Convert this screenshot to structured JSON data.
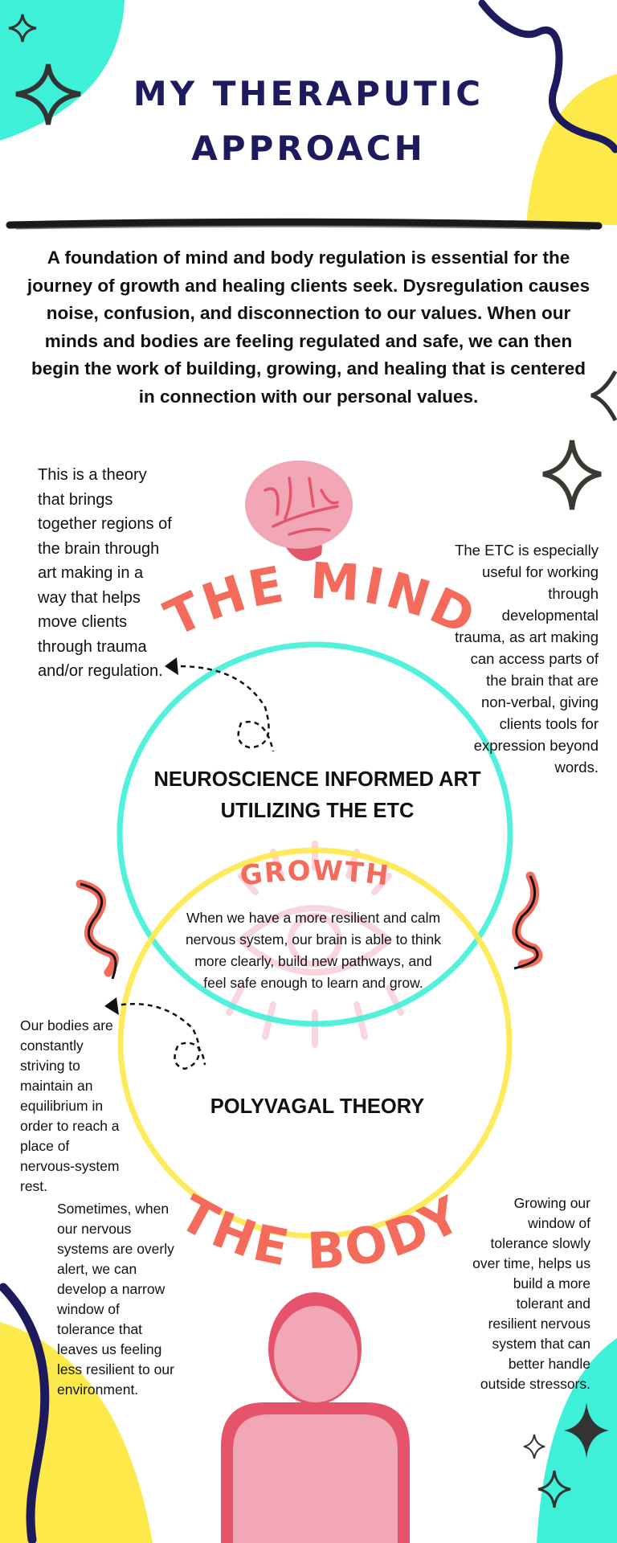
{
  "header": {
    "title_line1": "MY THERAPUTIC",
    "title_line2": "APPROACH"
  },
  "intro": "A foundation of mind and body regulation is essential for the journey of growth and healing clients seek. Dysregulation causes noise, confusion, and disconnection to our values. When our minds and bodies are feeling regulated and safe, we can then begin the work of building, growing, and healing that is centered in connection with our personal values.",
  "mind": {
    "heading": "THE MIND",
    "left_note": "This is a theory that brings together regions of the brain through art making in a way that helps move clients through trauma and/or regulation.",
    "right_note": "The ETC is especially useful for working through developmental trauma, as art making can access parts of the brain that are non-verbal, giving clients tools for expression beyond words.",
    "circle_label_line1": "NEUROSCIENCE INFORMED ART",
    "circle_label_line2": "UTILIZING THE ETC"
  },
  "growth": {
    "heading": "GROWTH",
    "text": "When we have a more resilient and calm nervous system, our brain is able to think more clearly, build new pathways, and feel safe enough to learn and grow."
  },
  "body": {
    "heading": "THE BODY",
    "circle_label": "POLYVAGAL THEORY",
    "left_note_top": "Our bodies are constantly striving to maintain an equilibrium in order to reach a place of nervous-system rest.",
    "left_note_bottom": "Sometimes, when our nervous systems are overly alert, we can develop a narrow window of tolerance that leaves us feeling less resilient to our environment.",
    "right_note": "Growing our window of tolerance slowly over time, helps us build a more tolerant and resilient nervous system that can better handle outside stressors."
  },
  "colors": {
    "navy": "#1e1a5e",
    "teal": "#3ff0d8",
    "yellow": "#fde94a",
    "coral": "#f46b5c",
    "pink": "#f2a7b6"
  }
}
